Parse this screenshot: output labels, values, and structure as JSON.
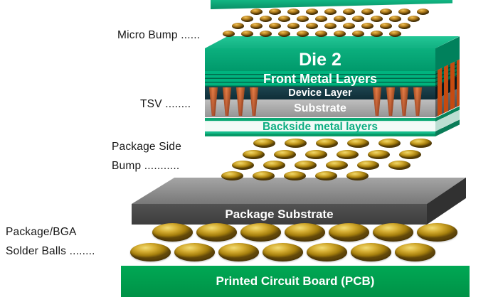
{
  "labels": {
    "micro_bump": "Micro Bump ......",
    "tsv": "TSV ........",
    "package_side_bump": [
      "Package Side",
      "Bump ..........."
    ],
    "bga": [
      "Package/BGA",
      "Solder Balls ........"
    ]
  },
  "layers": {
    "die2": "Die 2",
    "front_metal": "Front Metal Layers",
    "device": "Device Layer",
    "substrate": "Substrate",
    "backside_metal": "Backside metal layers",
    "package_substrate": "Package Substrate",
    "pcb": "Printed Circuit Board (PCB)"
  },
  "colors": {
    "die_green": "#00a878",
    "die_green_light": "#17bd8d",
    "die_green_dark": "#007a57",
    "pcb_green": "#00a14f",
    "gold": "#c59a1a",
    "bronze": "#a97a1f",
    "tsv_orange": "#cc4a12",
    "device_dark": "#13333c",
    "substrate_gray": "#a8a8a8",
    "package_gray": "#4d4d4d",
    "backside_text_teal": "#0fae83"
  }
}
